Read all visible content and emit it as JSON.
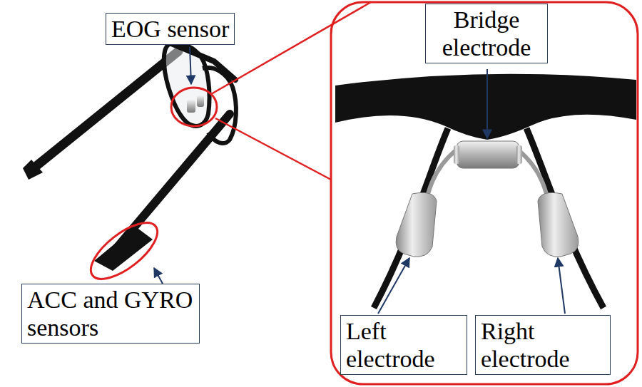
{
  "diagram": {
    "nodes": [
      {
        "text": [
          "EOG sensor"
        ]
      },
      {
        "text": [
          "Bridge electrode"
        ]
      },
      {
        "text": [
          "ACC and GYRO sensors"
        ]
      },
      {
        "text": [
          "Left electrode"
        ]
      },
      {
        "text": [
          "Right electrode"
        ]
      }
    ]
  }
}
